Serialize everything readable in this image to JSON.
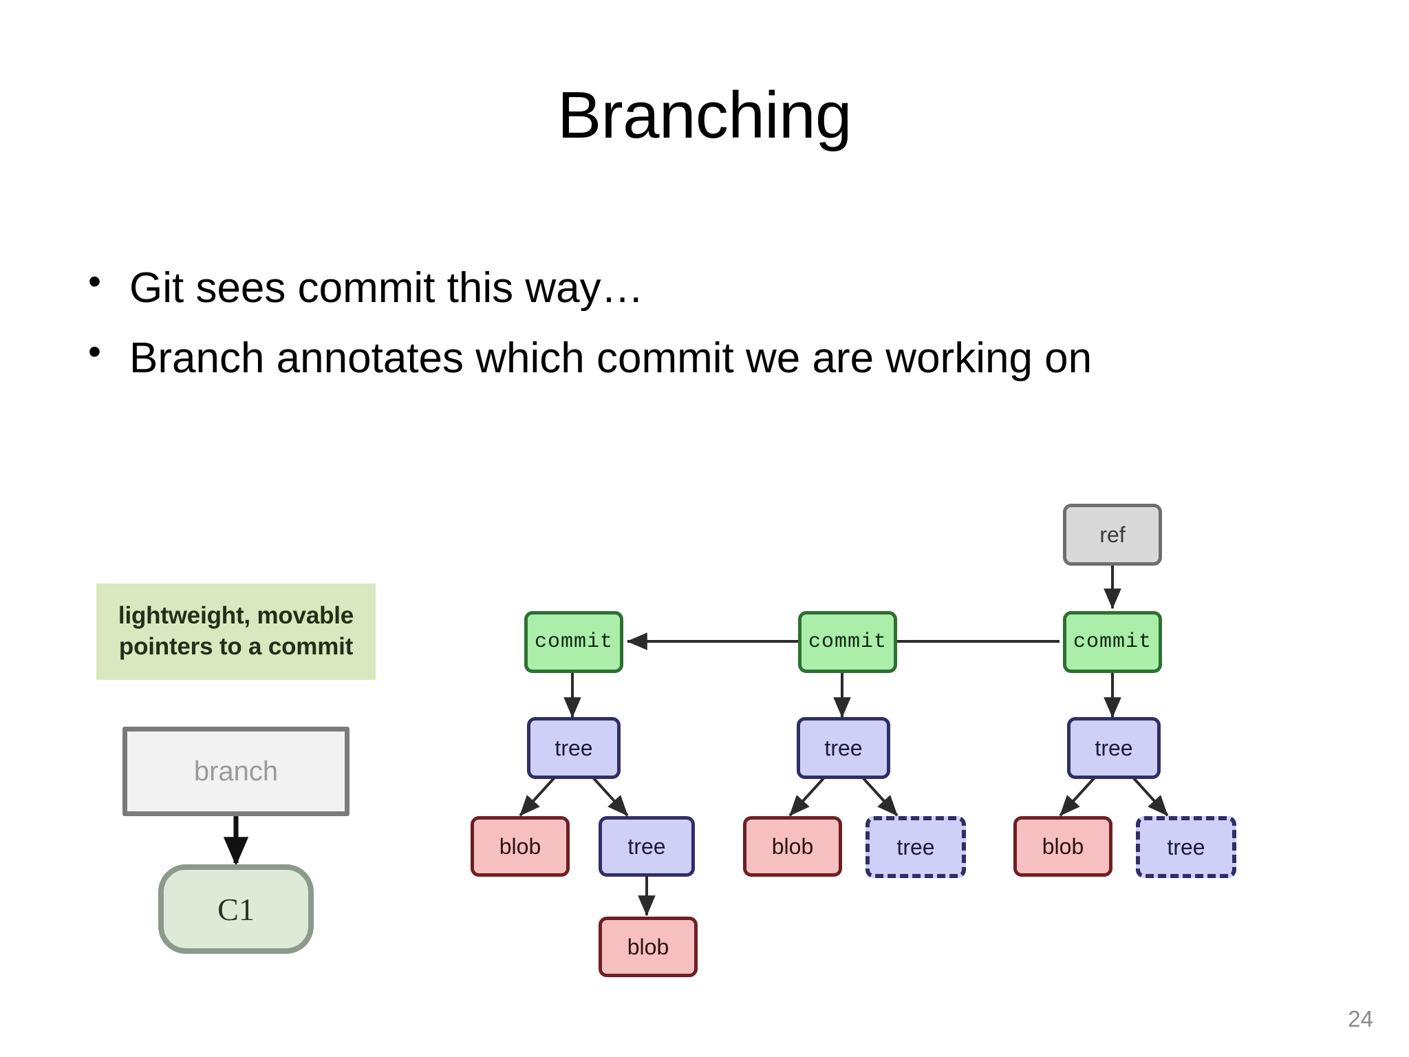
{
  "slide": {
    "title": "Branching",
    "page_number": "24",
    "bullet_glyph": "•",
    "bullets": [
      "Git sees commit this way…",
      "Branch annotates which commit we are working on"
    ]
  },
  "colors": {
    "callout_fill": "#d9e8bf",
    "callout_text": "#223018",
    "branch_fill": "#f2f2f2",
    "branch_border": "#7b7b7b",
    "branch_text": "#9a9a9a",
    "c1_fill": "#dcead7",
    "c1_border": "#8b9a8b",
    "ref_fill": "#d9d9d9",
    "ref_border": "#6e6e6e",
    "commit_fill": "#aaeeaa",
    "commit_border": "#2e7031",
    "tree_fill": "#cfcff7",
    "tree_border": "#2f2f66",
    "blob_fill": "#f7c0c0",
    "blob_border": "#6e1f23",
    "arrow": "#2b2b2b",
    "page_number": "#8a8a8a"
  },
  "left_diagram": {
    "callout_line1": "lightweight, movable",
    "callout_line2": "pointers to a commit",
    "branch_label": "branch",
    "commit_label": "C1"
  },
  "right_diagram": {
    "ref_label": "ref",
    "columns": [
      {
        "id": "col-1",
        "commit_label": "commit",
        "tree_label": "tree",
        "children": [
          {
            "type": "blob",
            "label": "blob",
            "dashed": false
          },
          {
            "type": "tree",
            "label": "tree",
            "dashed": false
          }
        ],
        "grandchild": {
          "type": "blob",
          "label": "blob",
          "dashed": false
        }
      },
      {
        "id": "col-2",
        "commit_label": "commit",
        "tree_label": "tree",
        "children": [
          {
            "type": "blob",
            "label": "blob",
            "dashed": false
          },
          {
            "type": "tree",
            "label": "tree",
            "dashed": true
          }
        ],
        "grandchild": null
      },
      {
        "id": "col-3",
        "commit_label": "commit",
        "tree_label": "tree",
        "children": [
          {
            "type": "blob",
            "label": "blob",
            "dashed": false
          },
          {
            "type": "tree",
            "label": "tree",
            "dashed": true
          }
        ],
        "grandchild": null
      }
    ]
  }
}
